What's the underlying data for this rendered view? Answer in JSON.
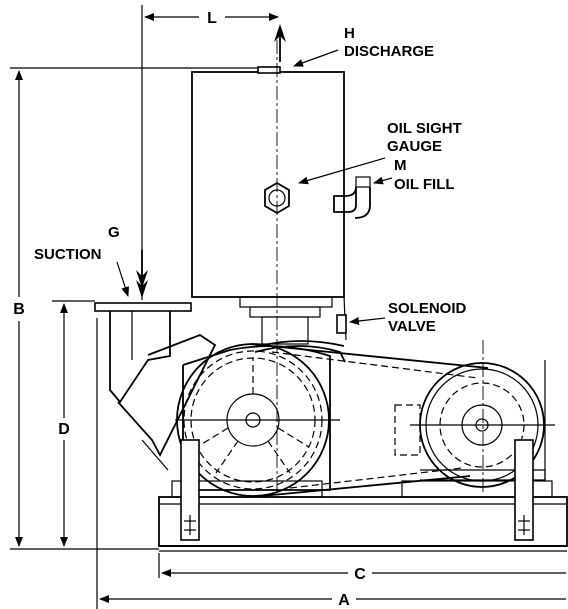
{
  "labels": {
    "discharge_letter": "H",
    "discharge": "DISCHARGE",
    "sight_gauge_1": "OIL SIGHT",
    "sight_gauge_2": "GAUGE",
    "oil_fill_letter": "M",
    "oil_fill": "OIL FILL",
    "suction_letter": "G",
    "suction": "SUCTION",
    "solenoid_1": "SOLENOID",
    "solenoid_2": "VALVE"
  },
  "dimensions": {
    "L": "L",
    "B": "B",
    "D": "D",
    "C": "C",
    "A": "A"
  }
}
